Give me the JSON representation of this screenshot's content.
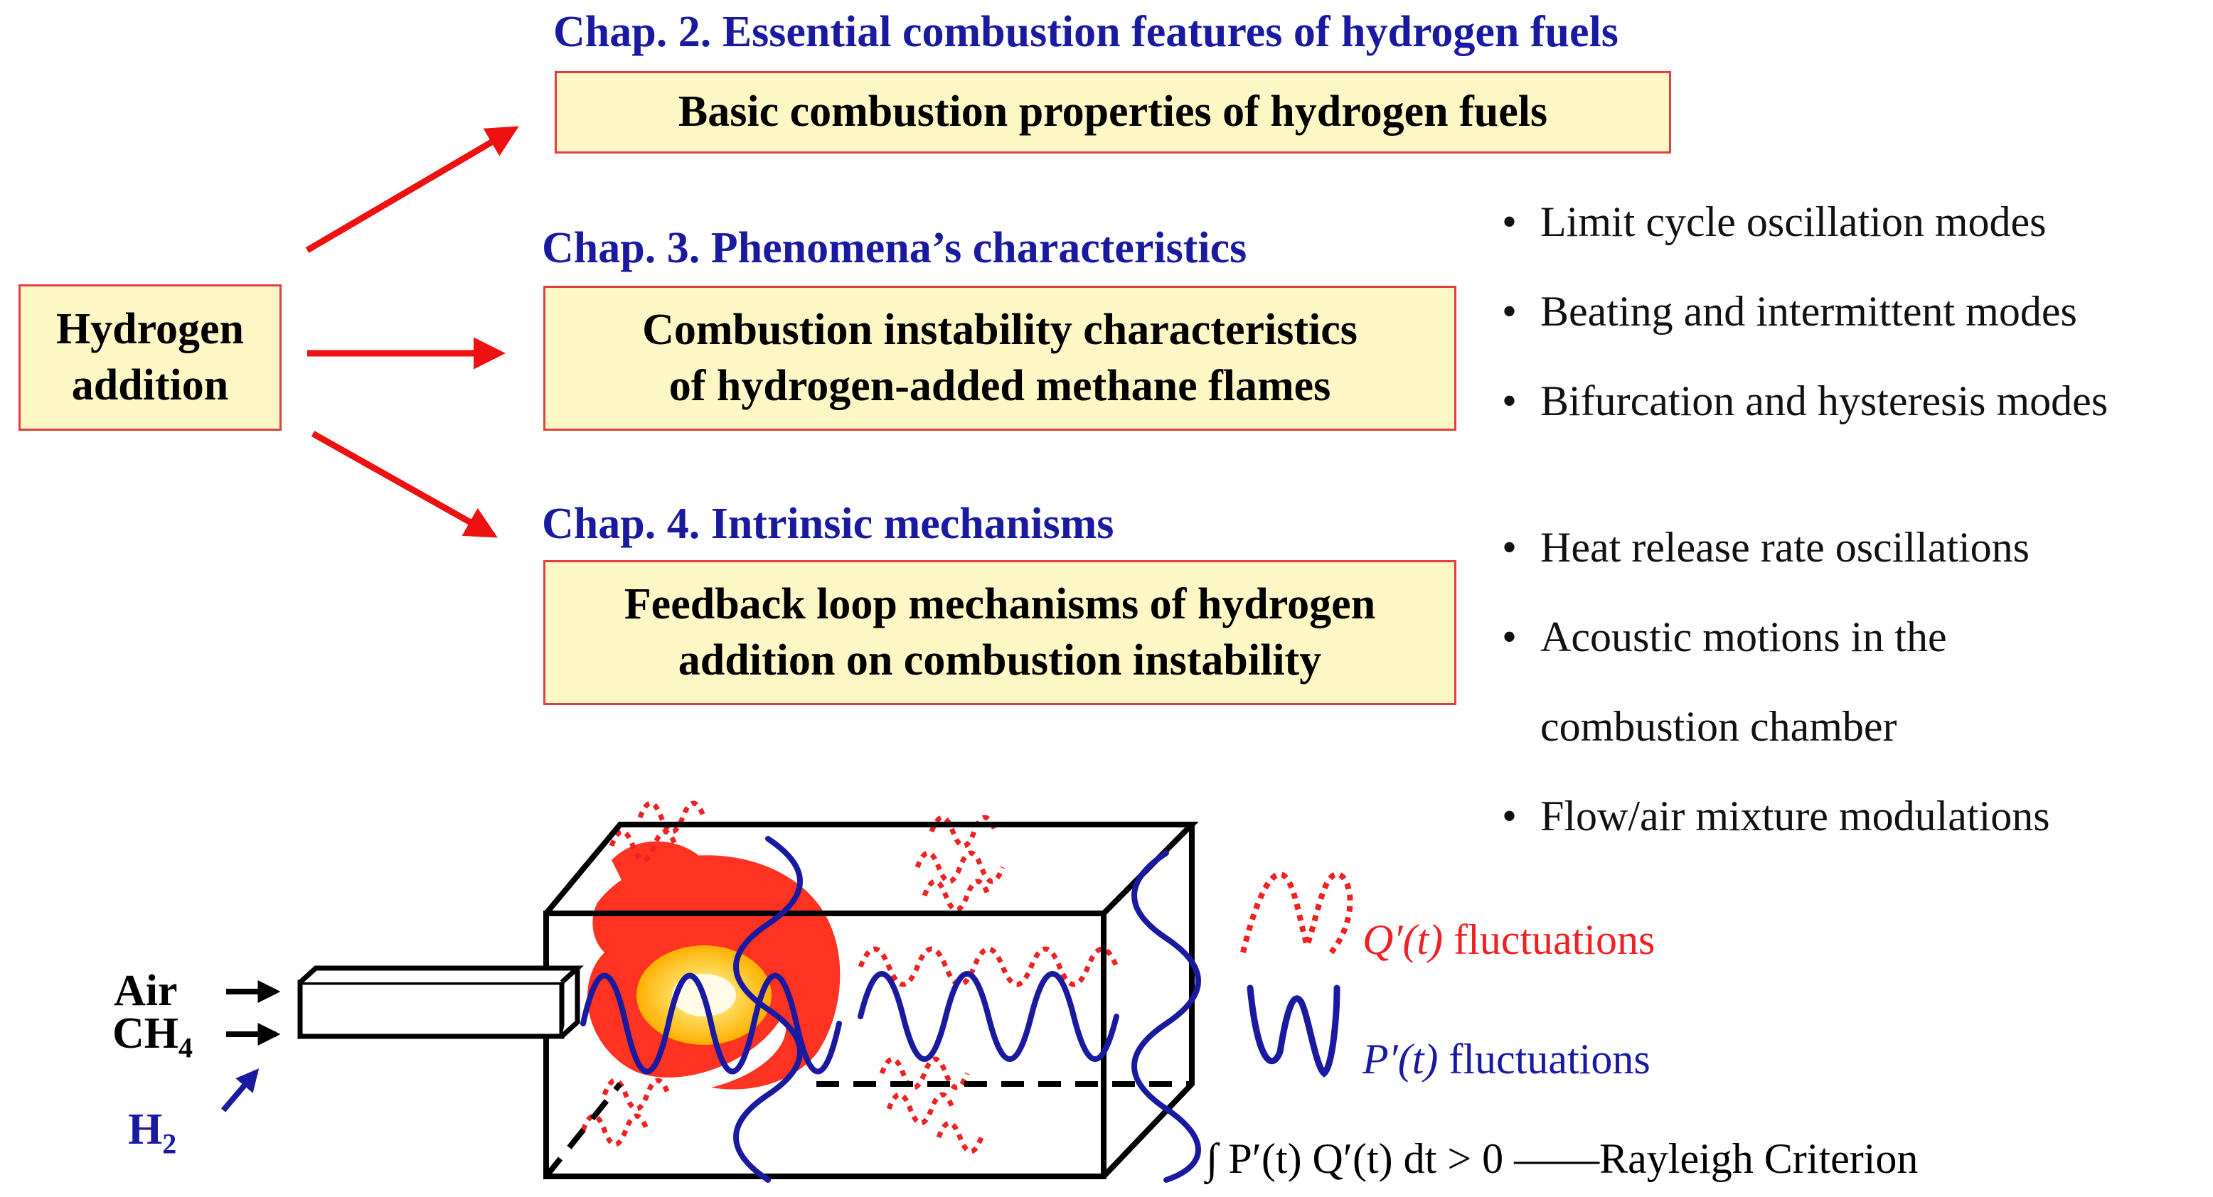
{
  "left_box": {
    "line1": "Hydrogen",
    "line2": "addition"
  },
  "chapters": [
    {
      "heading": "Chap. 2. Essential combustion features of hydrogen fuels",
      "box_lines": [
        "Basic combustion properties of hydrogen fuels"
      ]
    },
    {
      "heading": "Chap. 3. Phenomena’s characteristics",
      "box_lines": [
        "Combustion instability characteristics",
        "of hydrogen-added methane flames"
      ]
    },
    {
      "heading": "Chap. 4. Intrinsic mechanisms",
      "box_lines": [
        "Feedback loop mechanisms of hydrogen",
        "addition on combustion instability"
      ]
    }
  ],
  "bullets_chap3": [
    "Limit cycle oscillation modes",
    "Beating and intermittent modes",
    "Bifurcation and hysteresis modes"
  ],
  "bullets_chap4": [
    "Heat release rate oscillations",
    "Acoustic motions in the",
    "combustion chamber",
    "Flow/air mixture modulations"
  ],
  "inlet": {
    "air": "Air",
    "ch4": "CH",
    "ch4_sub": "4",
    "h2": "H",
    "h2_sub": "2"
  },
  "legend": {
    "q_symbol": "Q′(t)",
    "q_text": "fluctuations",
    "p_symbol": "P′(t)",
    "p_text": "fluctuations",
    "rayleigh": "∫ P′(t) Q′(t) dt > 0 ——Rayleigh Criterion"
  },
  "colors": {
    "chapter": "#1a1aa0",
    "box_fill": "#fdf6c5",
    "box_border": "#e04040",
    "arrow": "#ee1111",
    "q_wave": "#ee2222",
    "p_wave": "#1a1aa0",
    "flame": "#ff3322"
  }
}
